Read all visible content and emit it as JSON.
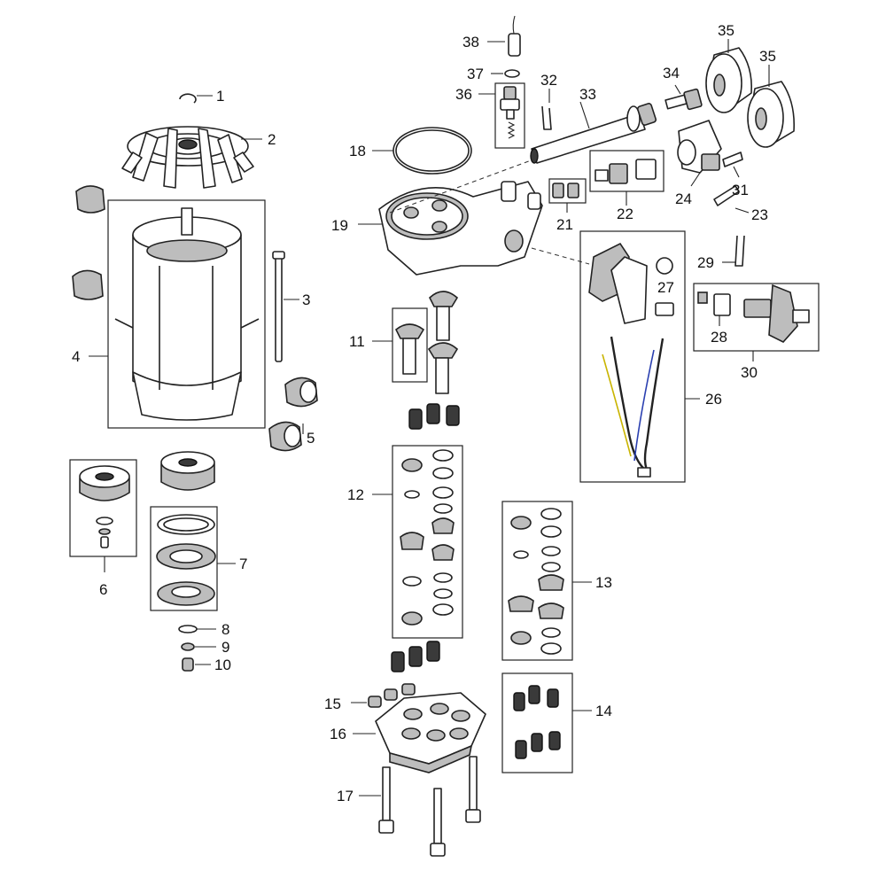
{
  "callouts": [
    {
      "id": "1",
      "label": "1"
    },
    {
      "id": "2",
      "label": "2"
    },
    {
      "id": "3",
      "label": "3"
    },
    {
      "id": "4",
      "label": "4"
    },
    {
      "id": "5",
      "label": "5"
    },
    {
      "id": "6",
      "label": "6"
    },
    {
      "id": "7",
      "label": "7"
    },
    {
      "id": "8",
      "label": "8"
    },
    {
      "id": "9",
      "label": "9"
    },
    {
      "id": "10",
      "label": "10"
    },
    {
      "id": "11",
      "label": "11"
    },
    {
      "id": "12",
      "label": "12"
    },
    {
      "id": "13",
      "label": "13"
    },
    {
      "id": "14",
      "label": "14"
    },
    {
      "id": "15",
      "label": "15"
    },
    {
      "id": "16",
      "label": "16"
    },
    {
      "id": "17",
      "label": "17"
    },
    {
      "id": "18",
      "label": "18"
    },
    {
      "id": "19",
      "label": "19"
    },
    {
      "id": "21",
      "label": "21"
    },
    {
      "id": "22",
      "label": "22"
    },
    {
      "id": "23",
      "label": "23"
    },
    {
      "id": "24",
      "label": "24"
    },
    {
      "id": "26",
      "label": "26"
    },
    {
      "id": "27",
      "label": "27"
    },
    {
      "id": "28",
      "label": "28"
    },
    {
      "id": "29",
      "label": "29"
    },
    {
      "id": "30",
      "label": "30"
    },
    {
      "id": "31",
      "label": "31"
    },
    {
      "id": "32",
      "label": "32"
    },
    {
      "id": "33",
      "label": "33"
    },
    {
      "id": "34",
      "label": "34"
    },
    {
      "id": "35a",
      "label": "35"
    },
    {
      "id": "35b",
      "label": "35"
    },
    {
      "id": "36",
      "label": "36"
    },
    {
      "id": "37",
      "label": "37"
    },
    {
      "id": "38",
      "label": "38"
    }
  ],
  "colors": {
    "line": "#222222",
    "fill_light": "#ffffff",
    "fill_mid": "#bdbdbd",
    "fill_dark": "#3a3a3a",
    "wire_yellow": "#c9b400",
    "wire_blue": "#2a3fb0"
  }
}
